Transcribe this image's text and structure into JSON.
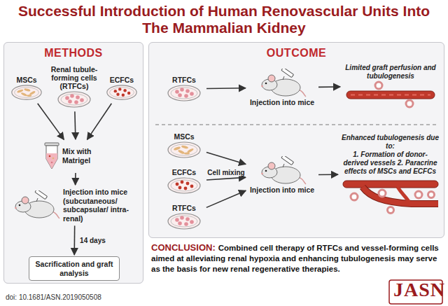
{
  "diagram": {
    "title": "Successful Introduction of Human Renovascular Units Into The Mammalian Kidney",
    "nodes": [
      {
        "text": [
          "METHODS"
        ]
      },
      {
        "text": [
          "Renal tubule-forming cells (RTFCs)"
        ],
        "in": 0
      },
      {
        "text": [
          "MSCs"
        ],
        "in": 0
      },
      {
        "text": [
          "ECFCs"
        ],
        "in": 0
      },
      {
        "text": [
          "Mix with Matrigel"
        ],
        "in": 0
      },
      {
        "text": [
          "Injection into mice (subcutaneous/ subcapsular/ intra-renal)"
        ],
        "in": 0
      },
      {
        "text": [
          "Sacrification and graft analysis"
        ],
        "in": 0
      },
      {
        "text": [
          "OUTCOME"
        ]
      },
      {
        "text": [
          "RTFCs"
        ],
        "in": 7
      },
      {
        "text": [
          "Injection into mice"
        ],
        "in": 7
      },
      {
        "text": [
          "Limited graft perfusion and tubulogenesis"
        ],
        "in": 7
      },
      {
        "text": [
          "MSCs"
        ],
        "in": 7
      },
      {
        "text": [
          "ECFCs"
        ],
        "in": 7
      },
      {
        "text": [
          "RTFCs"
        ],
        "in": 7
      },
      {
        "text": [
          "Injection into mice"
        ],
        "in": 7
      },
      {
        "text": [
          "Enhanced tubulogenesis due to:",
          "1. Formation of donor-derived vessels 2. Paracrine effects of MSCs and ECFCs"
        ],
        "in": 7
      }
    ],
    "edges": [
      {
        "from": 1,
        "to": 4,
        "arrow": "to"
      },
      {
        "from": 2,
        "to": 4,
        "arrow": "to"
      },
      {
        "from": 3,
        "to": 4,
        "arrow": "to"
      },
      {
        "from": 4,
        "to": 5,
        "arrow": "to"
      },
      {
        "from": 5,
        "to": 6,
        "label": "14 days",
        "arrow": "to"
      },
      {
        "from": 8,
        "to": 9,
        "arrow": "to"
      },
      {
        "from": 9,
        "to": 10,
        "arrow": "to"
      },
      {
        "from": 11,
        "to": 14,
        "arrow": "to"
      },
      {
        "from": 12,
        "to": 14,
        "label": "Cell mixing",
        "arrow": "to"
      },
      {
        "from": 13,
        "to": 14,
        "arrow": "to"
      },
      {
        "from": 14,
        "to": 15,
        "arrow": "to"
      }
    ],
    "labels": [
      "CONCLUSION:",
      "Combined cell therapy of RTFCs and vessel-forming cells aimed at alleviating renal hypoxia and enhancing tubulogenesis may serve as the basis for new renal regenerative therapies.",
      "doi: 10.1681/ASN.2019050508",
      "JASN"
    ]
  }
}
